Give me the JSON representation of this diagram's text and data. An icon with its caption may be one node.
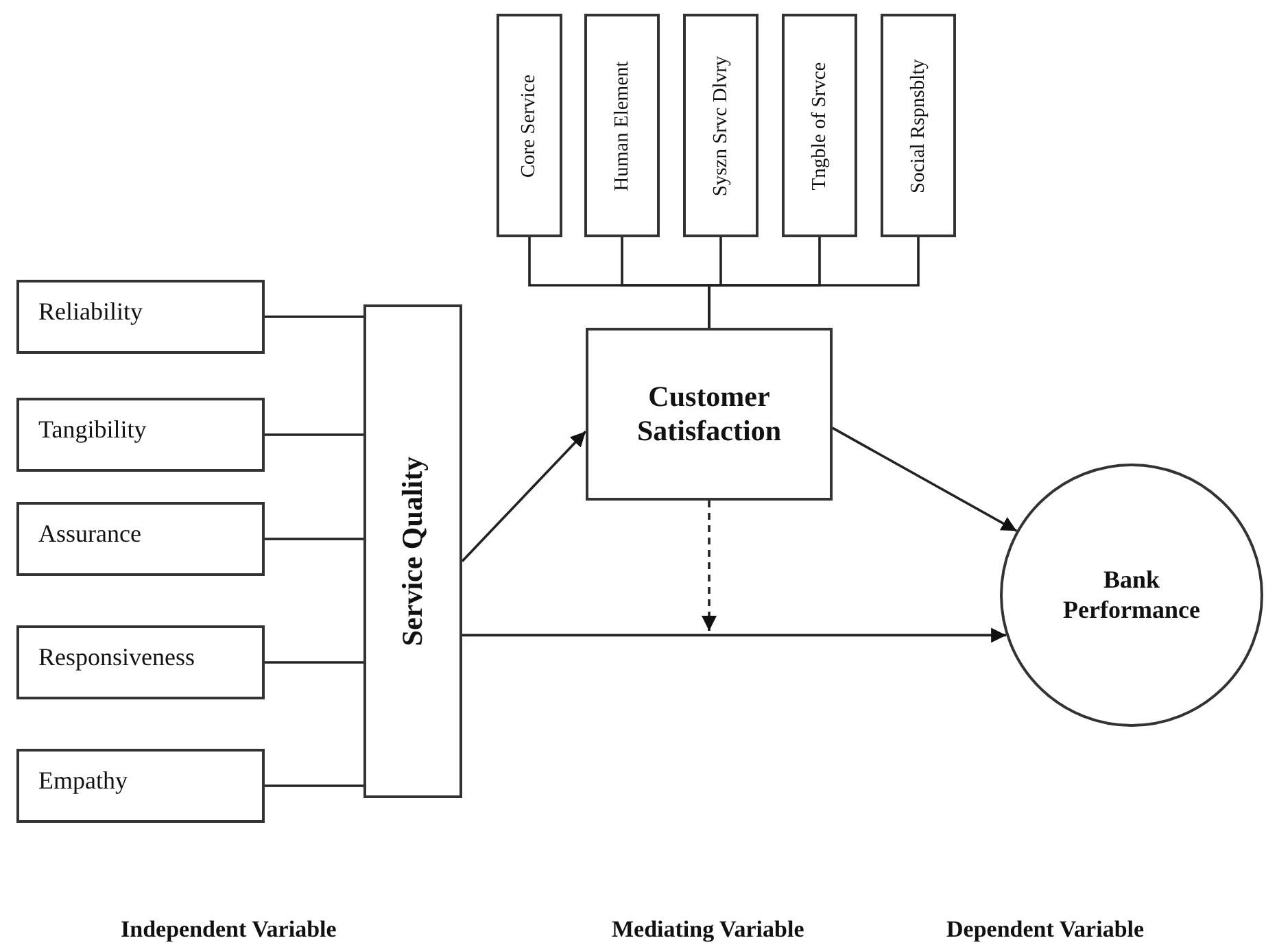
{
  "diagram": {
    "nodes": [
      {
        "text": [
          "Reliability"
        ]
      },
      {
        "text": [
          "Tangibility"
        ]
      },
      {
        "text": [
          "Assurance"
        ]
      },
      {
        "text": [
          "Responsiveness"
        ]
      },
      {
        "text": [
          "Empathy"
        ]
      },
      {
        "text": [
          "Service Quality"
        ]
      },
      {
        "text": [
          "Core Service"
        ]
      },
      {
        "text": [
          "Human Element"
        ]
      },
      {
        "text": [
          "Syszn Srvc Dlvry"
        ]
      },
      {
        "text": [
          "Tngble of Srvce"
        ]
      },
      {
        "text": [
          "Social Rspnsblty"
        ]
      },
      {
        "text": [
          "Customer Satisfaction"
        ]
      },
      {
        "text": [
          "Bank Performance"
        ]
      }
    ],
    "edges": [
      {
        "from": 0,
        "to": 5,
        "arrow": "none"
      },
      {
        "from": 1,
        "to": 5,
        "arrow": "none"
      },
      {
        "from": 2,
        "to": 5,
        "arrow": "none"
      },
      {
        "from": 3,
        "to": 5,
        "arrow": "none"
      },
      {
        "from": 4,
        "to": 5,
        "arrow": "none"
      },
      {
        "from": 6,
        "to": 11,
        "arrow": "none"
      },
      {
        "from": 7,
        "to": 11,
        "arrow": "none"
      },
      {
        "from": 8,
        "to": 11,
        "arrow": "none"
      },
      {
        "from": 9,
        "to": 11,
        "arrow": "none"
      },
      {
        "from": 10,
        "to": 11,
        "arrow": "none"
      },
      {
        "from": 5,
        "to": 11,
        "arrow": "to"
      },
      {
        "from": 11,
        "to": 12,
        "arrow": "to"
      },
      {
        "from": 5,
        "to": 12,
        "arrow": "to"
      },
      {
        "from": 11,
        "to": null,
        "arrow": "to",
        "style": "dashed"
      }
    ],
    "labels": [
      "Independent Variable",
      "Mediating Variable",
      "Dependent Variable"
    ]
  }
}
